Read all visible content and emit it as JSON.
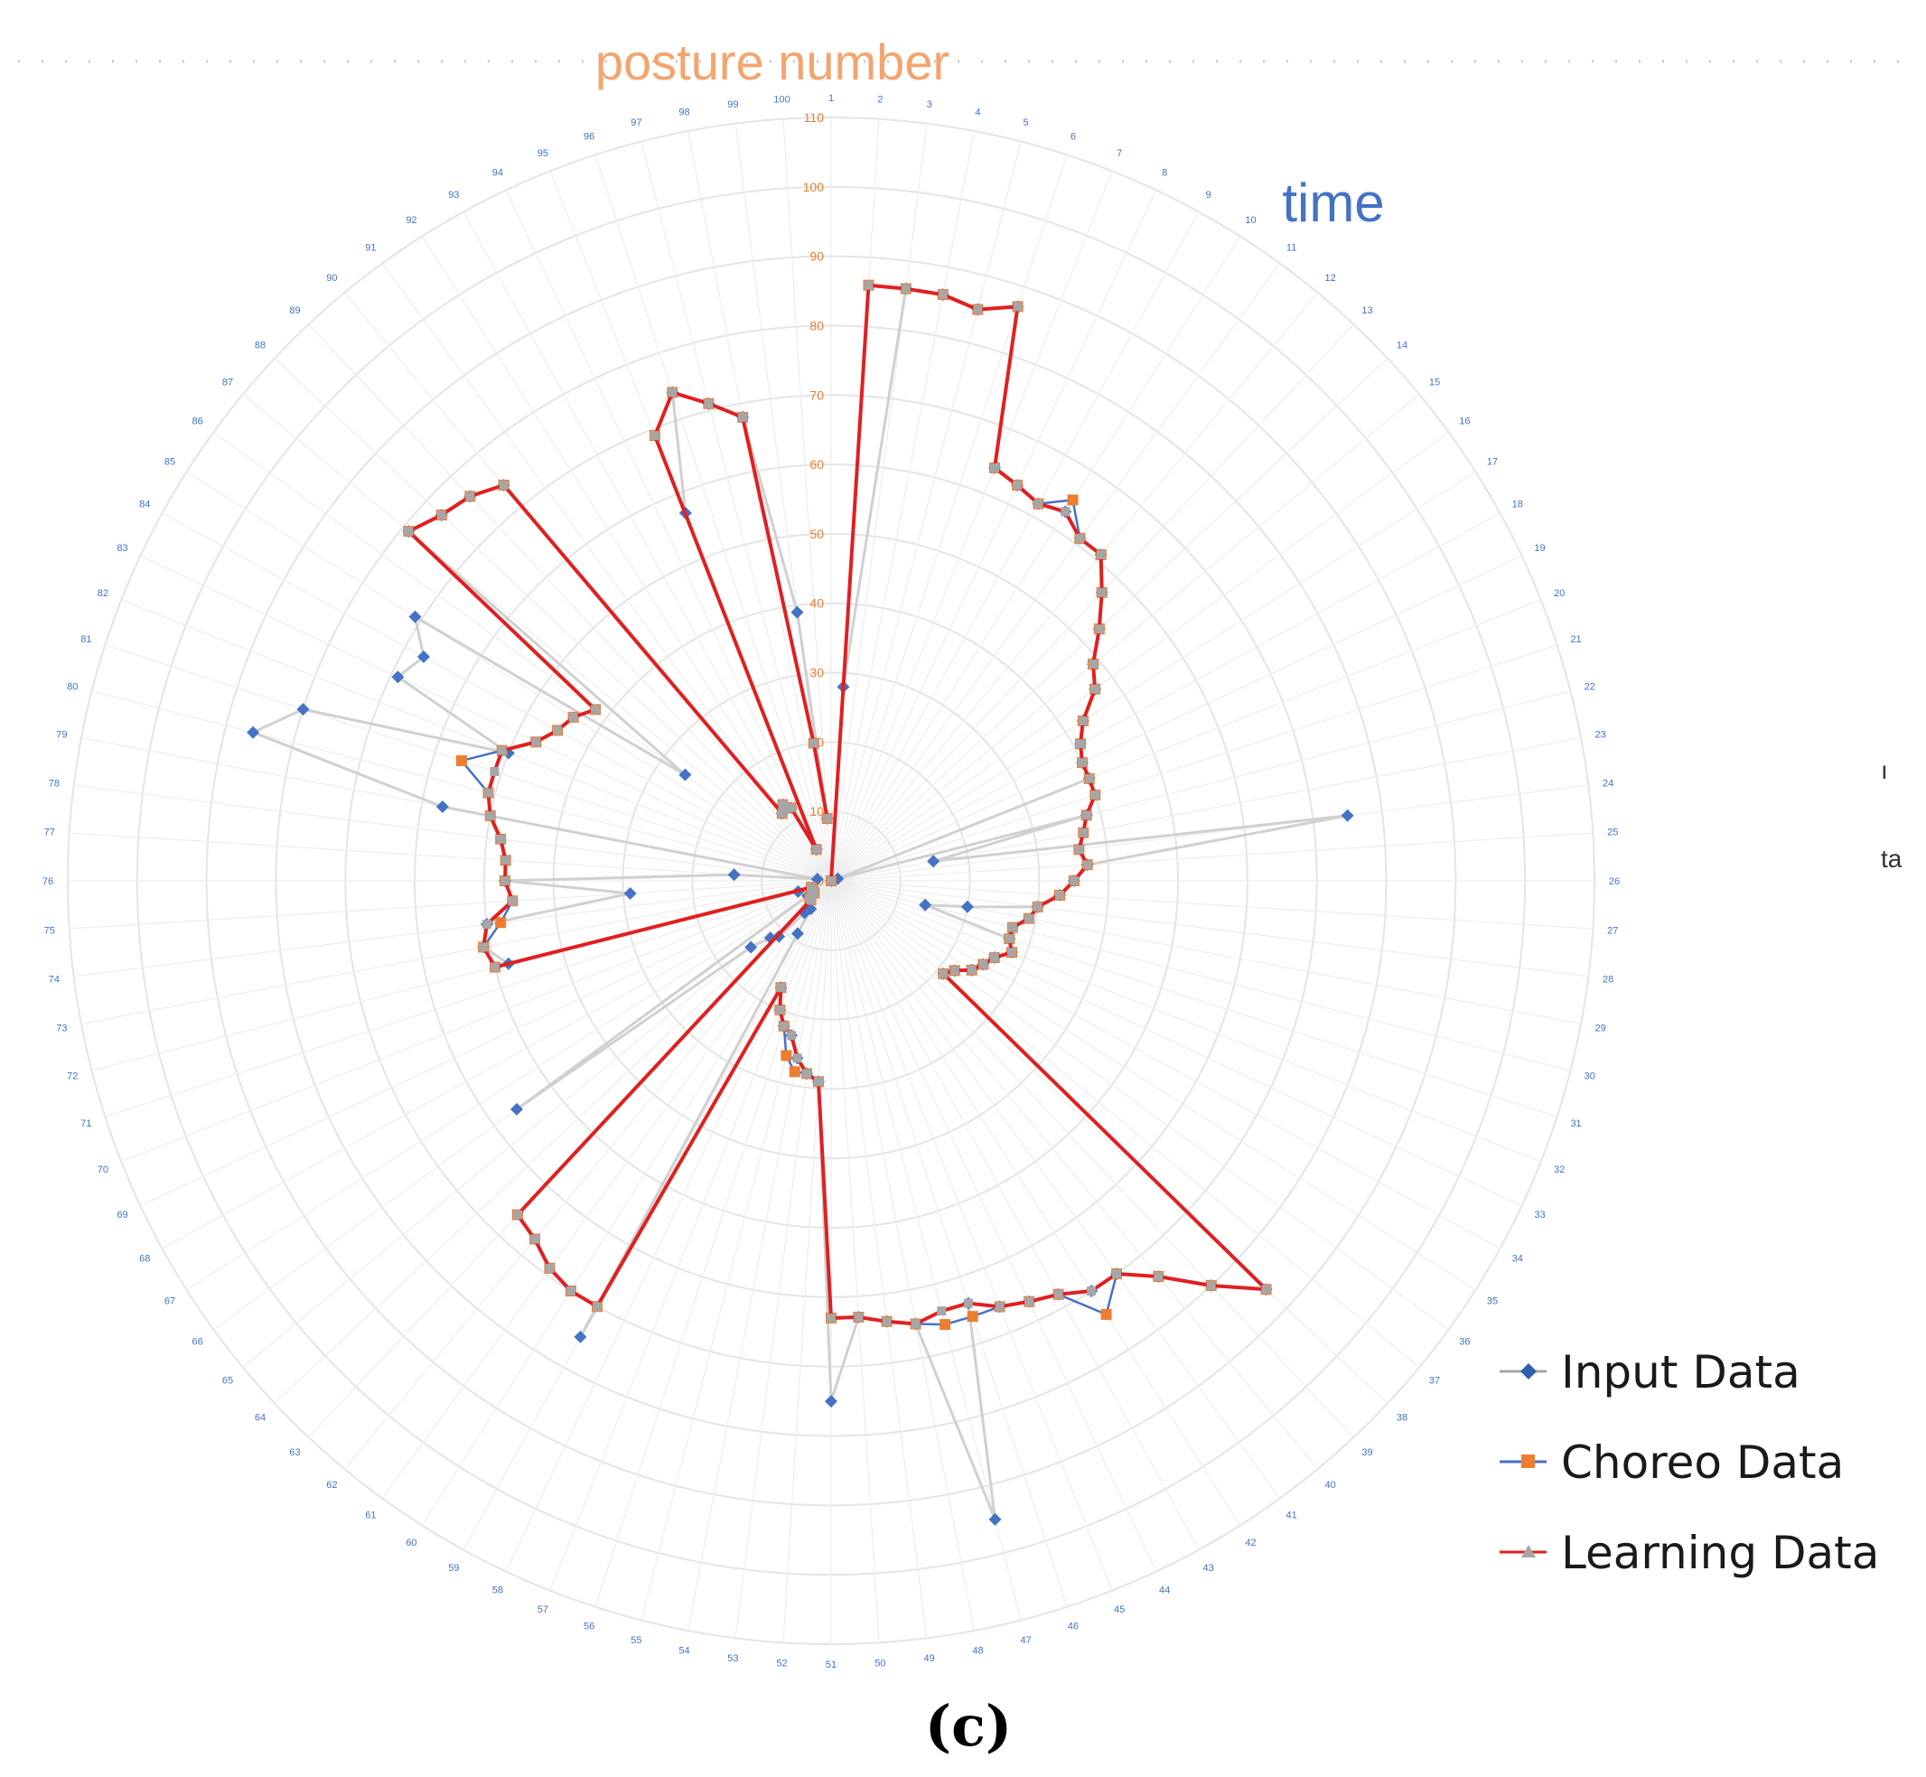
{
  "chart_data": {
    "type": "radar",
    "title": "",
    "radial_axis_title": "posture number",
    "angular_axis_title": "time",
    "caption": "(c)",
    "radial_range": [
      0,
      110
    ],
    "radial_ticks": [
      0,
      10,
      20,
      30,
      40,
      50,
      60,
      70,
      80,
      90,
      100,
      110
    ],
    "grid": true,
    "legend_position": "bottom-right",
    "categories": [
      "1",
      "2",
      "3",
      "4",
      "5",
      "6",
      "7",
      "8",
      "9",
      "10",
      "11",
      "12",
      "13",
      "14",
      "15",
      "16",
      "17",
      "18",
      "19",
      "20",
      "21",
      "22",
      "23",
      "24",
      "25",
      "26",
      "27",
      "28",
      "29",
      "30",
      "31",
      "32",
      "33",
      "34",
      "35",
      "36",
      "37",
      "38",
      "39",
      "40",
      "41",
      "42",
      "43",
      "44",
      "45",
      "46",
      "47",
      "48",
      "49",
      "50",
      "51",
      "52",
      "53",
      "54",
      "55",
      "56",
      "57",
      "58",
      "59",
      "60",
      "61",
      "62",
      "63",
      "64",
      "65",
      "66",
      "67",
      "68",
      "69",
      "70",
      "71",
      "72",
      "73",
      "74",
      "75",
      "76",
      "77",
      "78",
      "79",
      "80",
      "81",
      "82",
      "83",
      "84",
      "85",
      "86",
      "87",
      "88",
      "89",
      "90",
      "91",
      "92",
      "93",
      "94",
      "95",
      "96",
      "97",
      "98",
      "99",
      "100"
    ],
    "series": [
      {
        "name": "Input Data",
        "color": "#4472c4",
        "marker": "diamond",
        "values": [
          0,
          28,
          86,
          86,
          85,
          87,
          64,
          63,
          62,
          63,
          61,
          61,
          57,
          53,
          49,
          47,
          43,
          41,
          40,
          40,
          1,
          38,
          15,
          75,
          37,
          35,
          33,
          30,
          20,
          14,
          27,
          28,
          26,
          25,
          24,
          22,
          21,
          86,
          80,
          74,
          70,
          70,
          68,
          67,
          66,
          64,
          95,
          65,
          64,
          63,
          75,
          29,
          28,
          26,
          23,
          22,
          20,
          17,
          75,
          9,
          5,
          6,
          11,
          12,
          15,
          56,
          4,
          3,
          3,
          3,
          5,
          48,
          51,
          50,
          29,
          47,
          14,
          2,
          57,
          86,
          80,
          50,
          69,
          67,
          71,
          26,
          79,
          77,
          76,
          74,
          12,
          13,
          12,
          5,
          57,
          74,
          71,
          68,
          39,
          9
        ]
      },
      {
        "name": "Choreo Data",
        "color": "#ed7d31",
        "marker": "square",
        "values": [
          0,
          86,
          86,
          86,
          85,
          87,
          64,
          63,
          62,
          65,
          61,
          61,
          57,
          53,
          49,
          47,
          43,
          41,
          40,
          40,
          40,
          38,
          37,
          36,
          37,
          35,
          33,
          30,
          29,
          27,
          27,
          28,
          26,
          25,
          24,
          22,
          21,
          86,
          80,
          74,
          70,
          74,
          68,
          67,
          66,
          66,
          66,
          65,
          64,
          63,
          63,
          29,
          28,
          28,
          26,
          22,
          20,
          17,
          70,
          70,
          69,
          67,
          66,
          4,
          4,
          3,
          3,
          3,
          3,
          3,
          3,
          50,
          51,
          48,
          46,
          47,
          47,
          48,
          50,
          51,
          56,
          51,
          47,
          45,
          44,
          42,
          79,
          77,
          76,
          74,
          12,
          13,
          12,
          5,
          69,
          74,
          71,
          68,
          20,
          9
        ]
      },
      {
        "name": "Learning Data",
        "color": "#e02020",
        "marker": "triangle",
        "values": [
          0,
          86,
          86,
          86,
          85,
          87,
          64,
          63,
          62,
          63,
          61,
          61,
          57,
          53,
          49,
          47,
          43,
          41,
          40,
          40,
          40,
          38,
          37,
          36,
          37,
          35,
          33,
          30,
          29,
          27,
          27,
          28,
          26,
          25,
          24,
          22,
          21,
          86,
          80,
          74,
          70,
          70,
          68,
          67,
          66,
          64,
          64,
          65,
          64,
          63,
          63,
          29,
          28,
          26,
          23,
          22,
          20,
          17,
          70,
          70,
          69,
          67,
          66,
          4,
          4,
          3,
          3,
          3,
          3,
          3,
          3,
          50,
          51,
          50,
          46,
          47,
          47,
          48,
          50,
          51,
          51,
          51,
          47,
          45,
          44,
          42,
          79,
          77,
          76,
          74,
          12,
          13,
          12,
          5,
          69,
          74,
          71,
          68,
          20,
          9
        ]
      }
    ]
  },
  "side_fragments": [
    "ı",
    "ta"
  ]
}
